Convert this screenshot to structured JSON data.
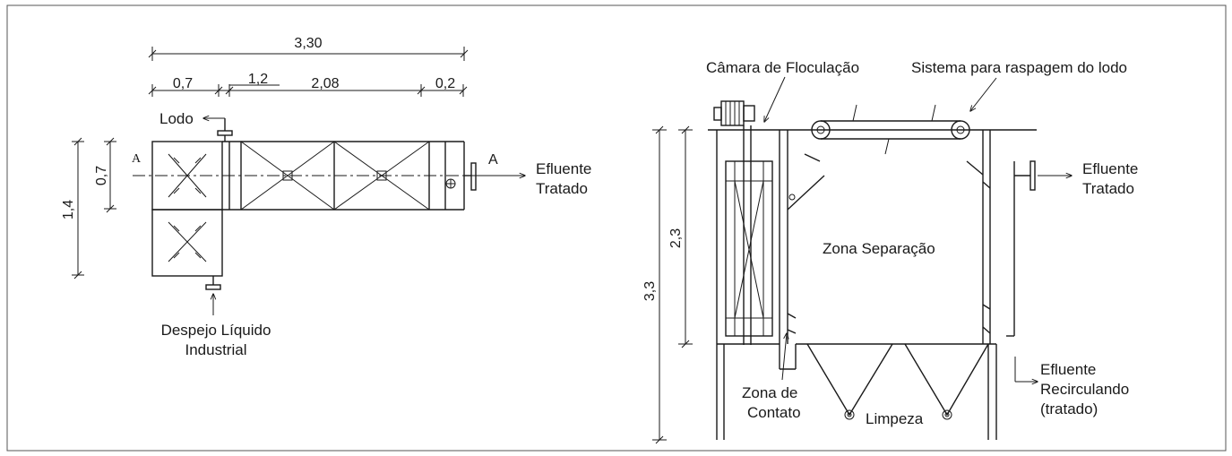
{
  "plan": {
    "dims": {
      "total": "3,30",
      "d07": "0,7",
      "d12": "1,2",
      "d208": "2,08",
      "d02": "0,2",
      "v14": "1,4",
      "v07": "0,7"
    },
    "section_marker_left": "A",
    "section_marker_right": "A",
    "labels": {
      "lodo": "Lodo",
      "efluente_1": "Efluente",
      "tratado_1": "Tratado",
      "despejo_1": "Despejo Líquido",
      "despejo_2": "Industrial"
    }
  },
  "section": {
    "dims": {
      "v33": "3,3",
      "v23": "2,3"
    },
    "labels": {
      "camara": "Câmara de Floculação",
      "sistema": "Sistema para raspagem do lodo",
      "efluente_1": "Efluente",
      "tratado_1": "Tratado",
      "zona_sep": "Zona Separação",
      "zona_de": "Zona de",
      "contato": "Contato",
      "limpeza": "Limpeza",
      "efl_rec_1": "Efluente",
      "efl_rec_2": "Recirculando",
      "efl_rec_3": "(tratado)"
    }
  }
}
